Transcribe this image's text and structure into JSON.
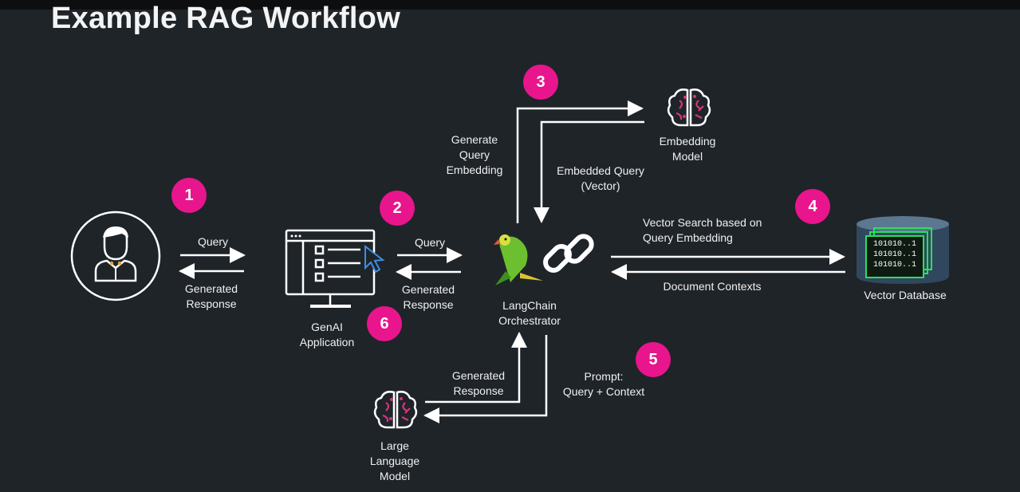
{
  "title": "Example RAG Workflow",
  "steps": [
    "1",
    "2",
    "3",
    "4",
    "5",
    "6"
  ],
  "nodes": {
    "genai_app": [
      "GenAI",
      "Application"
    ],
    "orchestrator": [
      "LangChain",
      "Orchestrator"
    ],
    "embedding_model": [
      "Embedding",
      "Model"
    ],
    "vector_db": [
      "Vector Database"
    ],
    "llm": [
      "Large",
      "Language",
      "Model"
    ],
    "vector_db_rows": [
      "101010..1",
      "101010..1",
      "101010..1"
    ]
  },
  "edges": {
    "user_query": [
      "Query"
    ],
    "user_response": [
      "Generated",
      "Response"
    ],
    "app_query": [
      "Query"
    ],
    "app_response": [
      "Generated",
      "Response"
    ],
    "gen_query_embedding": [
      "Generate",
      "Query",
      "Embedding"
    ],
    "embedded_query": [
      "Embedded Query",
      "(Vector)"
    ],
    "vector_search": [
      "Vector Search based on",
      "Query Embedding"
    ],
    "doc_contexts": [
      "Document Contexts"
    ],
    "llm_response": [
      "Generated",
      "Response"
    ],
    "prompt": [
      "Prompt:",
      "Query + Context"
    ]
  },
  "colors": {
    "background": "#1f2429",
    "badge": "#e8158c",
    "arrow": "#ffffff",
    "vector_db_green": "#29e05a",
    "brain_pink": "#d6357d"
  },
  "icons": [
    "user-icon",
    "computer-icon",
    "cursor-icon",
    "parrot-icon",
    "chain-link-icon",
    "brain-icon",
    "database-icon"
  ]
}
